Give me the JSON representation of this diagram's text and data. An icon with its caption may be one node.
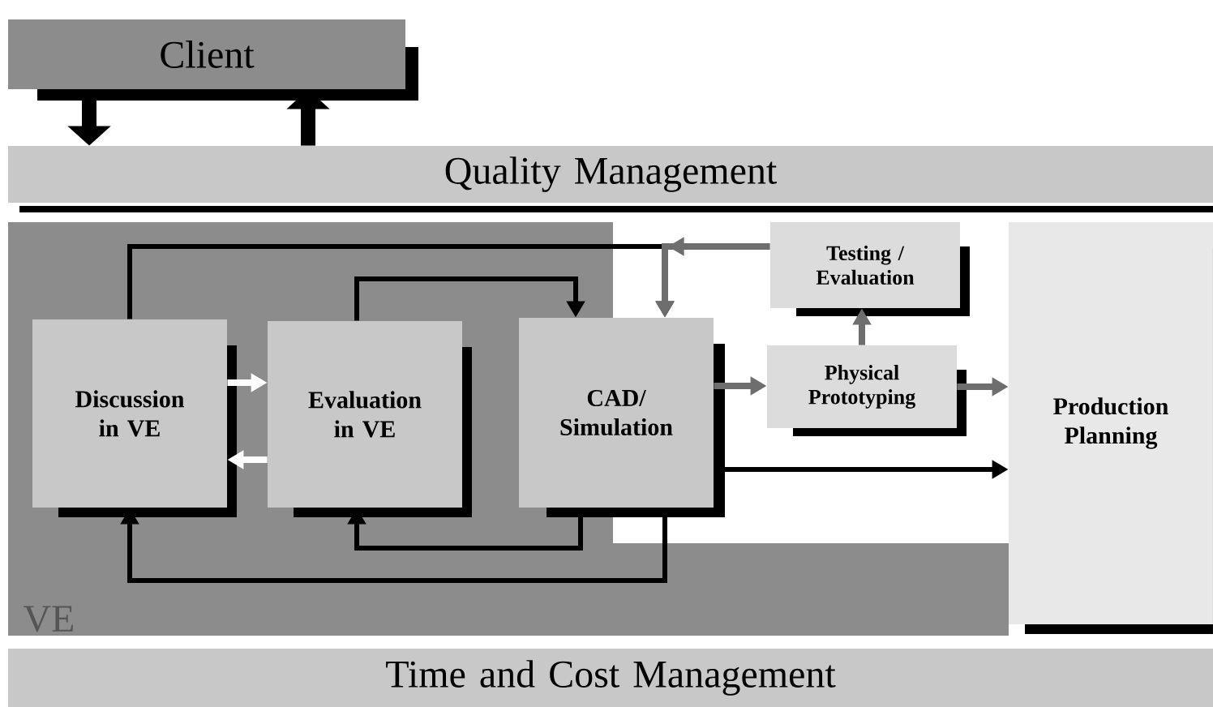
{
  "diagram": {
    "nodes": [
      {
        "text": [
          "Client"
        ]
      },
      {
        "text": [
          "Quality Management"
        ]
      },
      {
        "text": [
          "VE"
        ]
      },
      {
        "text": [
          "Discussion in VE"
        ],
        "in": 2
      },
      {
        "text": [
          "Evaluation in VE"
        ],
        "in": 2
      },
      {
        "text": [
          "CAD/ Simulation"
        ],
        "in": 2
      },
      {
        "text": [
          "Testing / Evaluation"
        ]
      },
      {
        "text": [
          "Physical Prototyping"
        ]
      },
      {
        "text": [
          "Production Planning"
        ]
      },
      {
        "text": [
          "Time and Cost Management"
        ]
      }
    ],
    "edges": [
      {
        "from": 0,
        "to": 1,
        "arrow": "to",
        "style": "thick"
      },
      {
        "from": 1,
        "to": 0,
        "arrow": "to",
        "style": "thick"
      },
      {
        "from": 3,
        "to": 4,
        "arrow": "to",
        "color": "#ffffff"
      },
      {
        "from": 4,
        "to": 3,
        "arrow": "to",
        "color": "#ffffff"
      },
      {
        "from": 3,
        "to": 5,
        "arrow": "to"
      },
      {
        "from": 6,
        "to": 5,
        "arrow": "to",
        "color": "#6e6e6e"
      },
      {
        "from": 4,
        "to": 5,
        "arrow": "to"
      },
      {
        "from": 5,
        "to": 4,
        "arrow": "to"
      },
      {
        "from": 5,
        "to": 3,
        "arrow": "to"
      },
      {
        "from": 5,
        "to": 7,
        "arrow": "to",
        "color": "#6e6e6e"
      },
      {
        "from": 7,
        "to": 6,
        "arrow": "to",
        "color": "#6e6e6e"
      },
      {
        "from": 7,
        "to": 8,
        "arrow": "to",
        "color": "#6e6e6e"
      },
      {
        "from": 5,
        "to": 8,
        "arrow": "to"
      }
    ]
  }
}
